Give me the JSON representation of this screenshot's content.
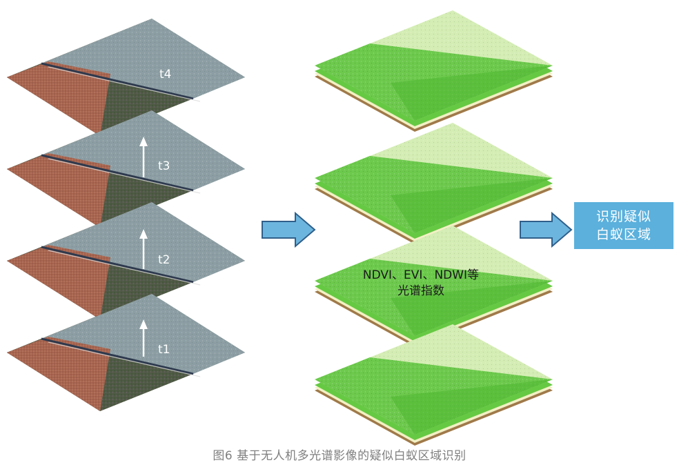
{
  "time_layers": [
    {
      "label": "t4"
    },
    {
      "label": "t3"
    },
    {
      "label": "t2"
    },
    {
      "label": "t1"
    }
  ],
  "index_label": {
    "line1": "NDVI、EVI、NDWI等",
    "line2": "光谱指数"
  },
  "result_box": {
    "line1": "识别疑似",
    "line2": "白蚁区域"
  },
  "caption": "图6  基于无人机多光谱影像的疑似白蚁区域识别",
  "colors": {
    "arrow_fill": "#6cb5de",
    "arrow_stroke": "#2f5f8a",
    "index_green": "#5cc83a",
    "result_box": "#5bb0dc"
  }
}
